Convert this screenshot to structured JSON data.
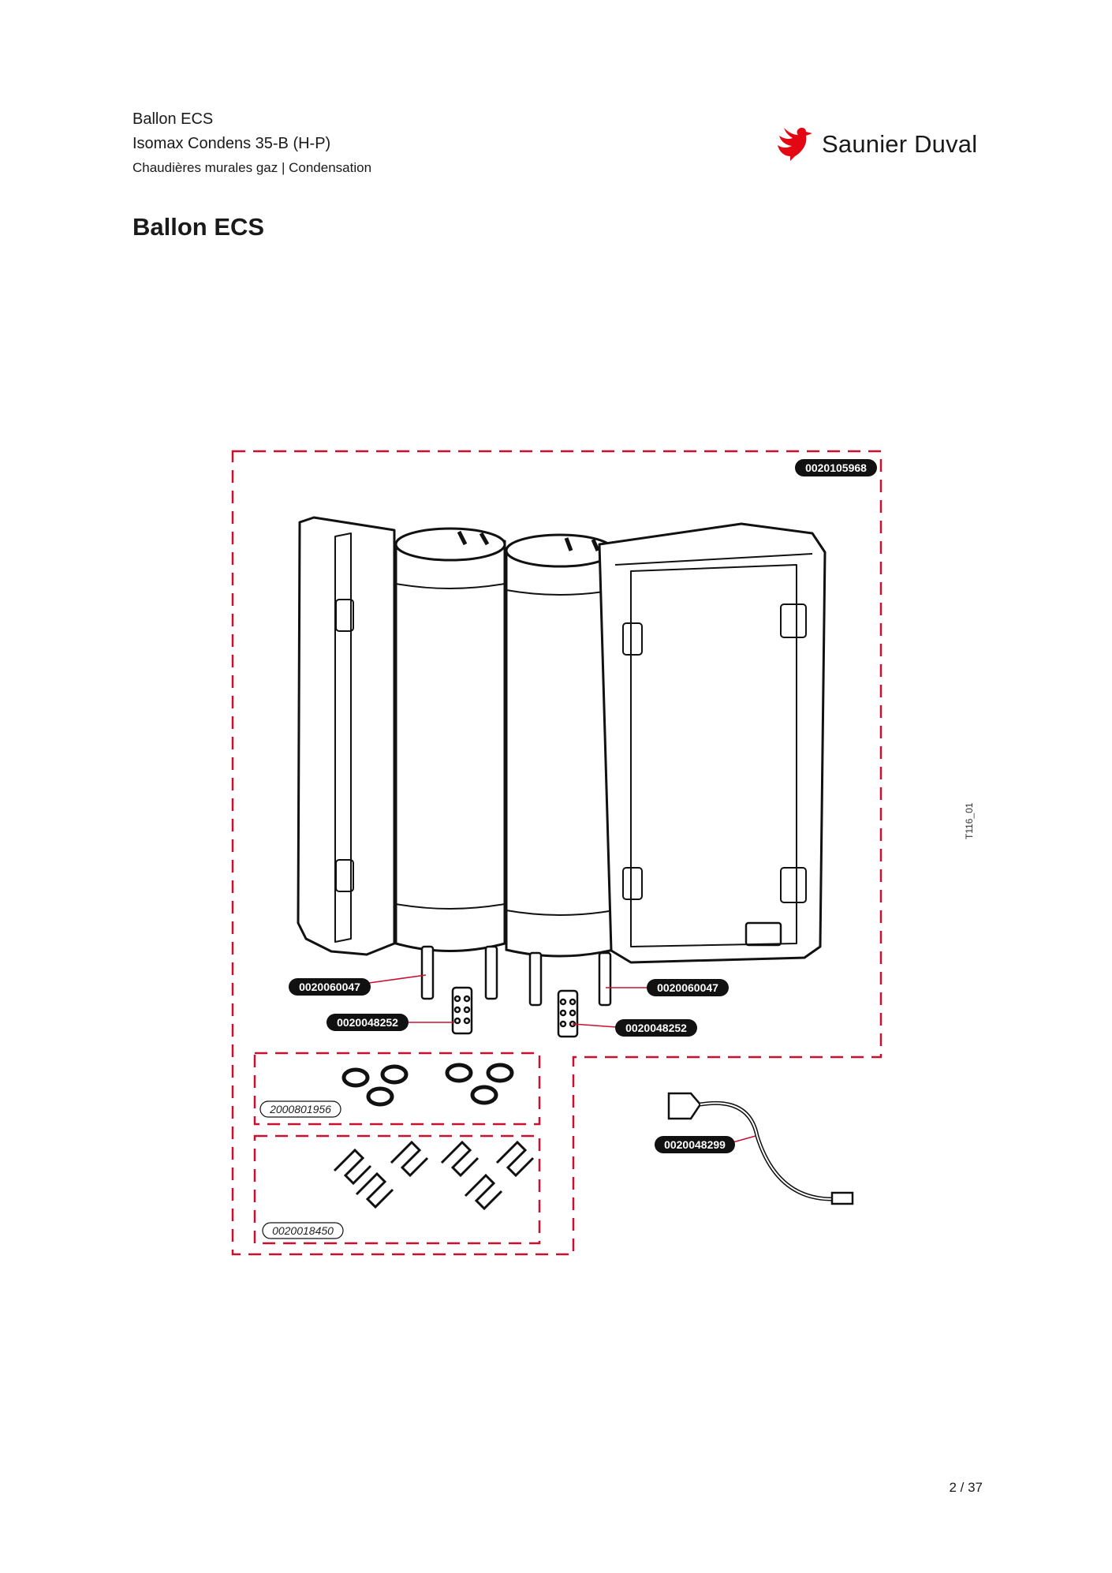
{
  "header": {
    "line1": "Ballon ECS",
    "line2": "Isomax Condens 35-B (H-P)",
    "line3": "Chaudières murales gaz | Condensation"
  },
  "brand": {
    "name": "Saunier Duval",
    "logo_icon": "bird-logo-icon",
    "accent_color": "#e30613"
  },
  "page_title": "Ballon ECS",
  "diagram": {
    "frame_color": "#c8102e",
    "parts": {
      "tank_assembly": "0020105968",
      "pipe_left": "0020060047",
      "pipe_right": "0020060047",
      "anode_left": "0020048252",
      "anode_right": "0020048252",
      "seal_kit": "2000801956",
      "clip_kit": "0020018450",
      "sensor_cable": "0020048299"
    }
  },
  "reference_code": "T116_01",
  "page_number": "2 / 37"
}
